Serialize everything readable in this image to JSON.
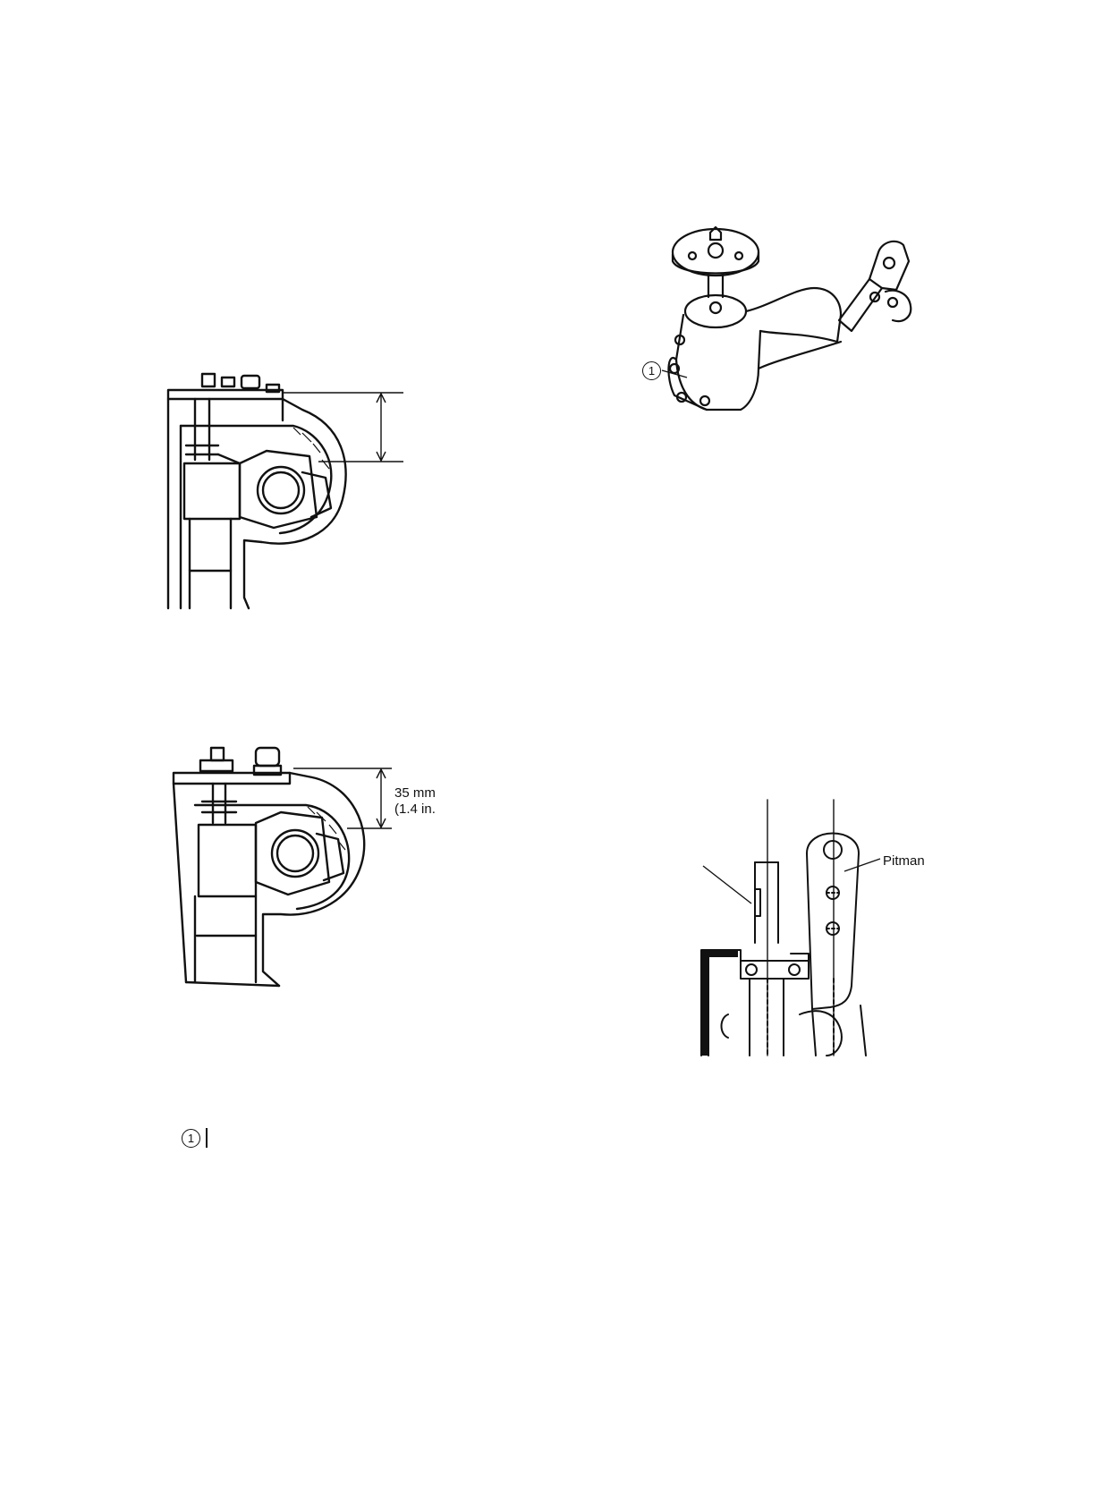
{
  "figures": {
    "steering_box_top": {
      "alt": ""
    },
    "steering_box_lower": {
      "dimension_value": "35 mm",
      "dimension_imperial": "(1.4 in."
    },
    "gearbox_assembly": {
      "callout_number": "1"
    },
    "pitman_arm_alignment": {
      "pitman_label": "Pitman"
    }
  },
  "legend": {
    "item_number": "1"
  }
}
